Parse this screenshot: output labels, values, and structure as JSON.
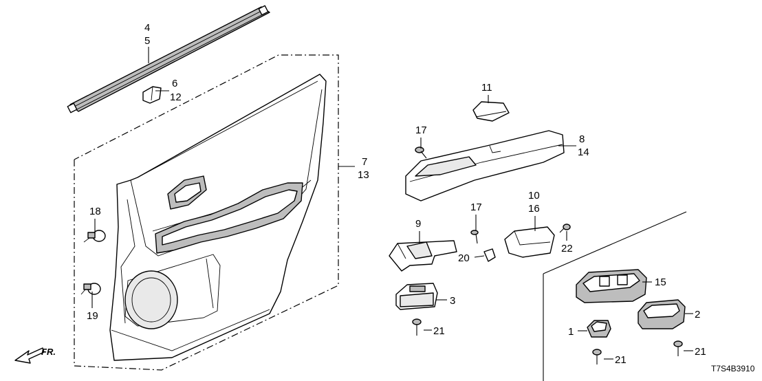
{
  "callouts": {
    "c1": "1",
    "c2": "2",
    "c3": "3",
    "c4": "4",
    "c5": "5",
    "c6": "6",
    "c7": "7",
    "c8": "8",
    "c9": "9",
    "c10": "10",
    "c11": "11",
    "c12": "12",
    "c13": "13",
    "c14": "14",
    "c15": "15",
    "c16": "16",
    "c17a": "17",
    "c17b": "17",
    "c18": "18",
    "c19": "19",
    "c20": "20",
    "c21a": "21",
    "c21b": "21",
    "c21c": "21",
    "c22": "22"
  },
  "front_indicator": "FR.",
  "diagram_code": "T7S4B3910"
}
